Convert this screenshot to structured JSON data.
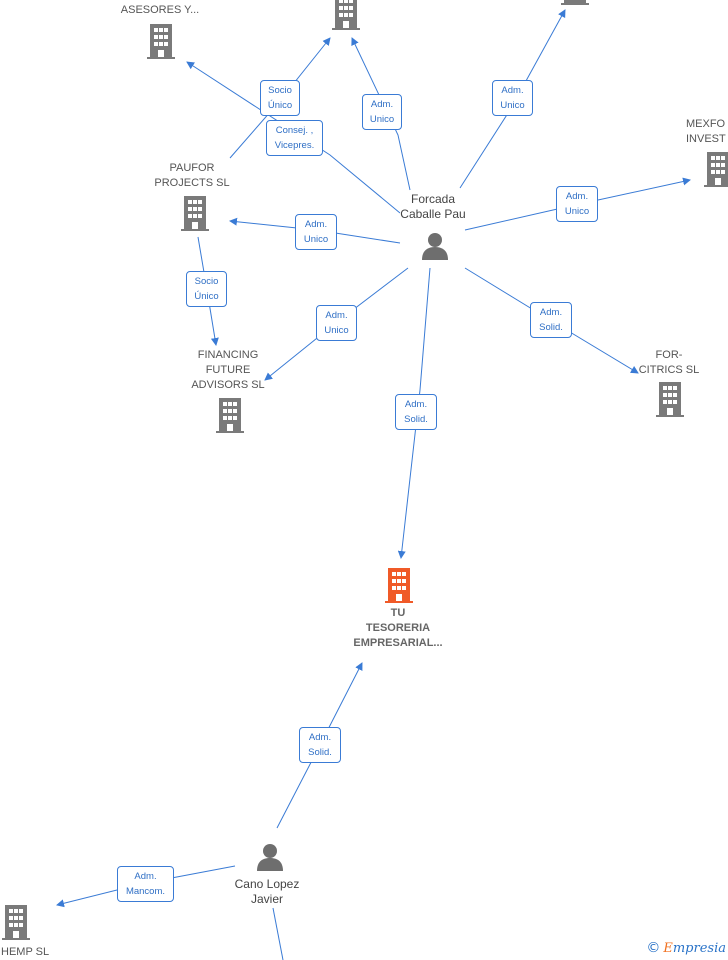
{
  "companies": {
    "asesores": "ASESORES Y...",
    "paufor": "PAUFOR\nPROJECTS  SL",
    "financing": "FINANCING\nFUTURE\nADVISORS  SL",
    "mexfor": "MEXFO\nINVEST",
    "forcitrics": "FOR-\nCITRICS  SL",
    "tu_tesoreria": "TU\nTESORERIA\nEMPRESARIAL...",
    "hemp": "D HEMP  SL"
  },
  "persons": {
    "forcada": "Forcada\nCaballe Pau",
    "cano": "Cano Lopez\nJavier"
  },
  "edge_labels": {
    "socio_unico_top": "Socio\nÚnico",
    "consej": "Consej. ,\nVicepres.",
    "adm_unico_top": "Adm.\nUnico",
    "adm_unico_topright": "Adm.\nUnico",
    "adm_unico_mexfor": "Adm.\nUnico",
    "adm_unico_paufor": "Adm.\nUnico",
    "socio_unico_financing": "Socio\nÚnico",
    "adm_unico_financing": "Adm.\nUnico",
    "adm_solid_forcitrics": "Adm.\nSolid.",
    "adm_solid_tu": "Adm.\nSolid.",
    "adm_solid_cano": "Adm.\nSolid.",
    "adm_mancom": "Adm.\nMancom."
  },
  "brand": {
    "copyright": "©",
    "e": "E",
    "rest": "mpresia"
  },
  "colors": {
    "edge": "#3a7bd5",
    "company_icon": "#7a7a7a",
    "focus_icon": "#f05a28",
    "person_icon": "#6e6e6e"
  }
}
